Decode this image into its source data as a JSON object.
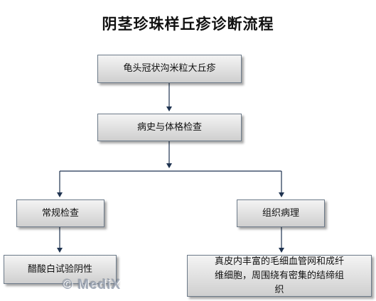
{
  "title": "阴茎珍珠样丘疹诊断流程",
  "nodes": {
    "symptom": "龟头冠状沟米粒大丘疹",
    "history": "病史与体格检查",
    "routine": "常规检查",
    "pathology": "组织病理",
    "vinegar": "醋酸白试验阴性",
    "result": "真皮内丰富的毛细血管网和成纤维细胞，周围绕有密集的结缔组织"
  },
  "watermark": "© MediX"
}
